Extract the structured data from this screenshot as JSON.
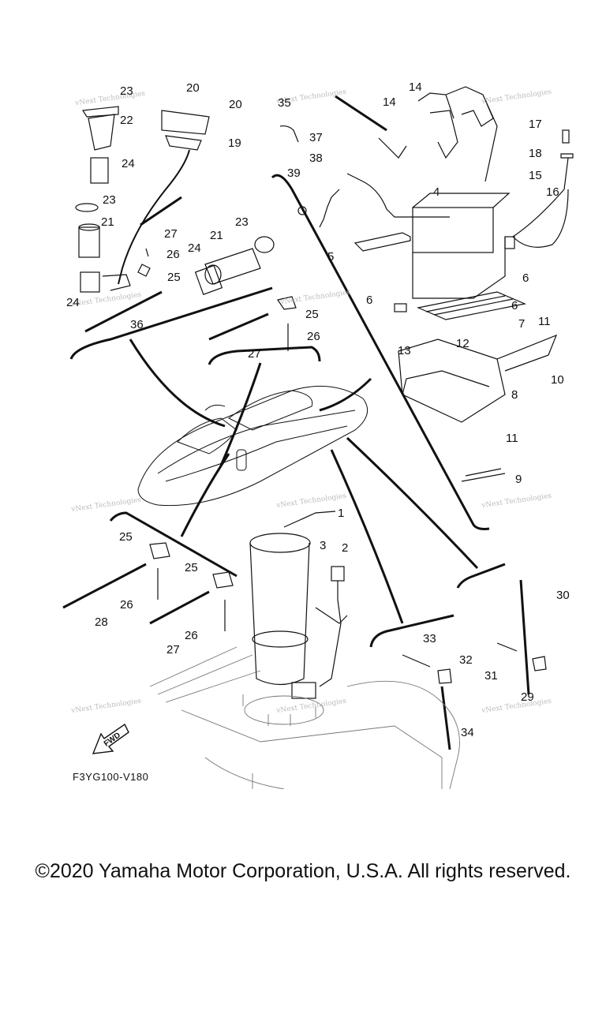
{
  "diagram": {
    "part_labels": {
      "p1": "1",
      "p2": "2",
      "p3": "3",
      "p4": "4",
      "p5": "5",
      "p6a": "6",
      "p6b": "6",
      "p6c": "6",
      "p7": "7",
      "p8": "8",
      "p9": "9",
      "p10": "10",
      "p11a": "11",
      "p11b": "11",
      "p12": "12",
      "p13": "13",
      "p14a": "14",
      "p14b": "14",
      "p15": "15",
      "p16": "16",
      "p17": "17",
      "p18": "18",
      "p19": "19",
      "p20a": "20",
      "p20b": "20",
      "p21a": "21",
      "p21b": "21",
      "p22": "22",
      "p23a": "23",
      "p23b": "23",
      "p23c": "23",
      "p24a": "24",
      "p24b": "24",
      "p24c": "24",
      "p25a": "25",
      "p25b": "25",
      "p25c": "25",
      "p25d": "25",
      "p26a": "26",
      "p26b": "26",
      "p26c": "26",
      "p26d": "26",
      "p27a": "27",
      "p27b": "27",
      "p27c": "27",
      "p28": "28",
      "p29": "29",
      "p30": "30",
      "p31": "31",
      "p32": "32",
      "p33": "33",
      "p34": "34",
      "p35": "35",
      "p36": "36",
      "p37": "37",
      "p38": "38",
      "p39": "39"
    },
    "fwd_label": "FWD",
    "reference_code": "F3YG100-V180",
    "watermark": "vNext Technologies"
  },
  "footer": {
    "copyright": "©2020 Yamaha Motor Corporation, U.S.A. All rights reserved."
  }
}
